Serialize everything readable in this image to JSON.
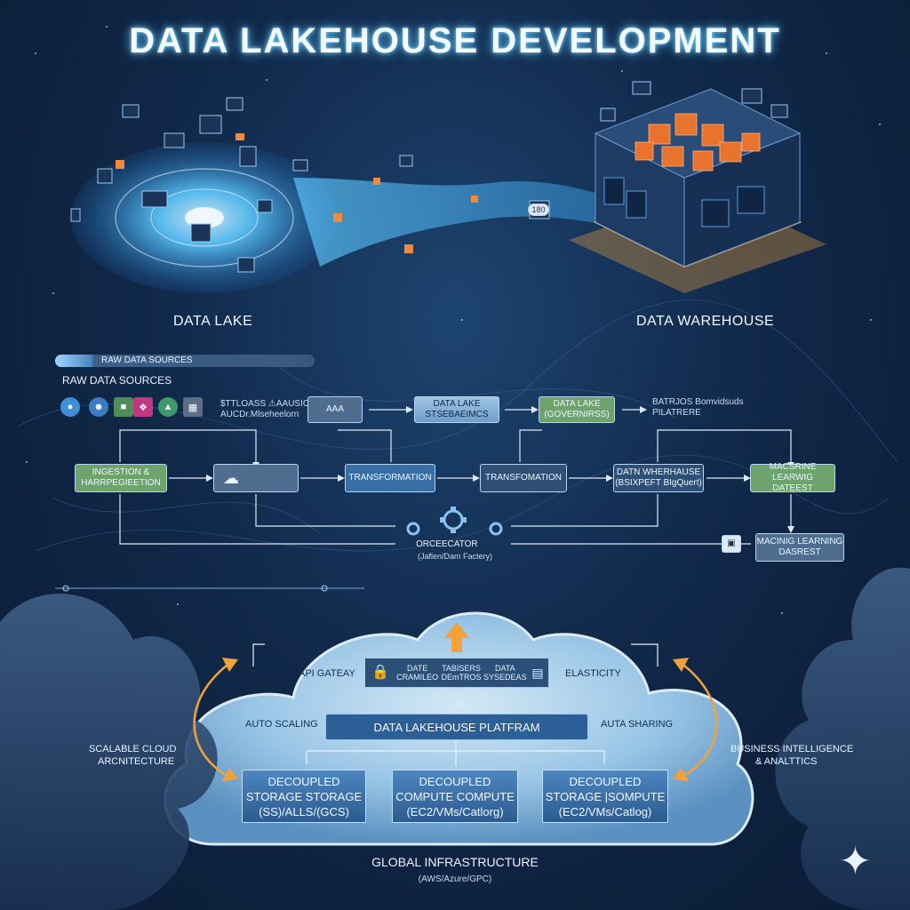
{
  "title": "DATA LAKEHOUSE DEVELOPMENT",
  "top": {
    "data_lake_label": "DATA LAKE",
    "data_warehouse_label": "DATA WAREHOUSE",
    "lake_badge": "180"
  },
  "pipeline": {
    "raw_pill_label": "RAW DATA SOURCES",
    "raw_heading": "RAW DATA SOURCES",
    "source_caption_1": "$TTLOASS  ⚠AAUSIO",
    "source_caption_2": "AUCDr.Mlseheelorn",
    "box_aaa": "AAA",
    "data_lake_storage_1": "DATA LAKE",
    "data_lake_storage_2": "STSEBAEIMCS",
    "data_lake_governance_1": "DATA LAKE",
    "data_lake_governance_2": "(GOVERNIRSS)",
    "bi_caption_1": "BATRJOS  Bomvidsuds",
    "bi_caption_2": "PILATRERE",
    "ingestion_1": "INGESTION &",
    "ingestion_2": "HARRPEGIEETION",
    "transformation_1": "TRANSFORMATION",
    "transformation_2": "TRANSFOMATION",
    "data_warehouse_1": "DATN WHERHAUSE",
    "data_warehouse_2": "(BSIXPEFT BIgQuert)",
    "ml_top_1": "MACSRINE LEARWIG",
    "ml_top_2": "DATEEST",
    "orchestrator_1": "ORCEECATOR",
    "orchestrator_2": "(Jaflen/Dam Factery)",
    "ml_bottom_1": "MACINIG LEARNING",
    "ml_bottom_2": "DASREST"
  },
  "cloud": {
    "api_gateway": "API GATEAY",
    "elasticity": "ELASTICITY",
    "auto_scaling": "AUTO SCALING",
    "auto_sharing": "AUTA SHARING",
    "platform": "DATA LAKEHOUSE PLATFRAM",
    "chip_1_a": "DATE",
    "chip_1_b": "CRAMILEO",
    "chip_2_a": "TABISERS",
    "chip_2_b": "DEmTROS",
    "chip_3_a": "DATA",
    "chip_3_b": "SYSEDEAS",
    "scalable_1": "SCALABLE CLOUD",
    "scalable_2": "ARCNITECTURE",
    "bi_1": "BUSINESS INTELLIGENCE",
    "bi_2": "& ANALTTICS",
    "box1": [
      "DECOUPLED",
      "STORAGE STORAGE",
      "(SS)/ALLS/(GCS)"
    ],
    "box2": [
      "DECOUPLED",
      "COMPUTE COMPUTE",
      "(EC2/VMs/Catlorg)"
    ],
    "box3": [
      "DECOUPLED",
      "STORAGE |SOMPUTE",
      "(EC2/VMs/Catlog)"
    ],
    "global_infra": "GLOBAL INFRASTRUCTURE",
    "providers": "(AWS/Azure/GPC)"
  },
  "colors": {
    "accent": "#f2a23a",
    "glow": "#5cc6ff",
    "node_green": "#6fa36e"
  }
}
